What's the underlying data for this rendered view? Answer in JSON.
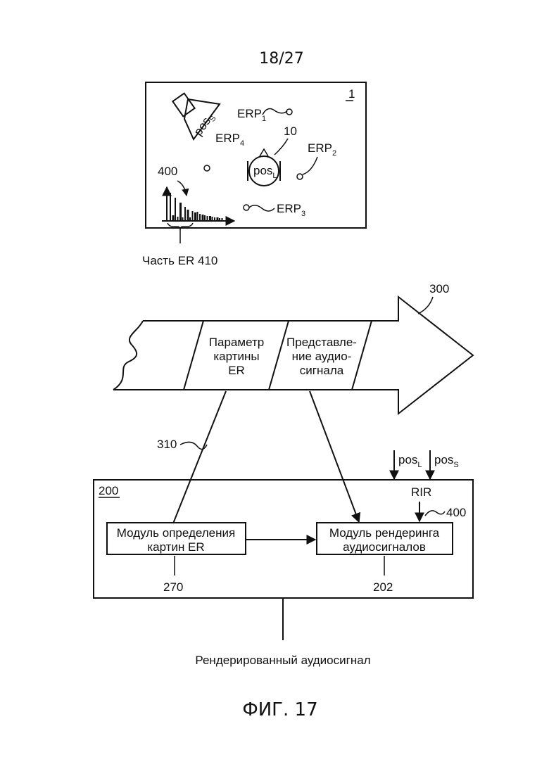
{
  "page_number": "18/27",
  "scene": {
    "ref": "1",
    "pos_s": {
      "base": "pos",
      "sub": "S"
    },
    "pos_l": {
      "base": "pos",
      "sub": "L"
    },
    "listener_ref": "10",
    "erp1": {
      "base": "ERP",
      "sub": "1"
    },
    "erp2": {
      "base": "ERP",
      "sub": "2"
    },
    "erp3": {
      "base": "ERP",
      "sub": "3"
    },
    "erp4": {
      "base": "ERP",
      "sub": "4"
    },
    "rir_ref": "400",
    "er_part_caption": "Часть ER 410"
  },
  "stream": {
    "ref": "300",
    "param_lines": [
      "Параметр",
      "картины",
      "ER"
    ],
    "audio_lines": [
      "Представле-",
      "ние аудио-",
      "сигнала"
    ],
    "link_ref": "310"
  },
  "inputs": {
    "pos_l": {
      "base": "pos",
      "sub": "L"
    },
    "pos_s": {
      "base": "pos",
      "sub": "S"
    }
  },
  "system": {
    "ref": "200",
    "module_er_lines": [
      "Модуль определения",
      "картин ER"
    ],
    "module_er_ref": "270",
    "module_render_lines": [
      "Модуль рендеринга",
      "аудиосигналов"
    ],
    "module_render_ref": "202",
    "rir_label": "RIR",
    "rir_ref": "400"
  },
  "output_label": "Рендерированный аудиосигнал",
  "figure_label": "ФИГ. 17"
}
